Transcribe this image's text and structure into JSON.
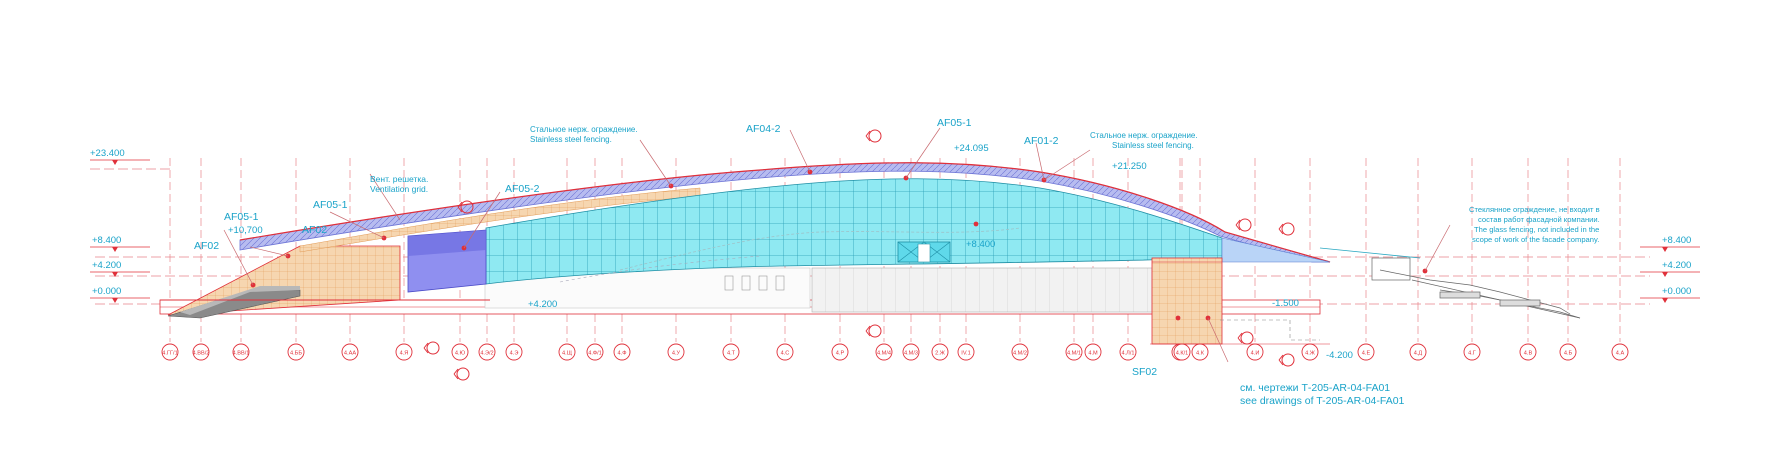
{
  "colors": {
    "accent": "#1aa3c9",
    "red": "#e0303a",
    "glass": "#7fe6f0",
    "roof": "#9aa0e8",
    "mesh": "#f3c79a",
    "grey": "#c8c8c8"
  },
  "levels": [
    {
      "id": "lvl-23400",
      "text": "+23.400"
    },
    {
      "id": "lvl-8400-left",
      "text": "+8.400"
    },
    {
      "id": "lvl-4200-left",
      "text": "+4.200"
    },
    {
      "id": "lvl-0000-left",
      "text": "+0.000"
    },
    {
      "id": "lvl-8400-right",
      "text": "+8.400"
    },
    {
      "id": "lvl-4200-right",
      "text": "+4.200"
    },
    {
      "id": "lvl-0000-right",
      "text": "+0.000"
    }
  ],
  "labels": {
    "af02_a": "AF02",
    "af05_1_a": "AF05-1",
    "plus_10700": "+10,700",
    "af02_b": "AF02",
    "af05_1_b": "AF05-1",
    "vent_ru": "Вент. решетка.",
    "vent_en": "Ventilation grid.",
    "af05_2": "AF05-2",
    "steel_ru_1": "Стальное нерж. ограждение.",
    "steel_en_1": "Stainless steel fencing.",
    "af04_2": "AF04-2",
    "af05_1_c": "AF05-1",
    "plus_24095": "+24.095",
    "af01_2": "AF01-2",
    "steel_ru_2": "Стальное нерж. ограждение.",
    "steel_en_2": "Stainless steel fencing.",
    "plus_21250": "+21.250",
    "plus_8400_mid": "+8.400",
    "plus_4200_mid": "+4.200",
    "minus_1500": "-1.500",
    "minus_4200": "-4.200",
    "sf02": "SF02",
    "see_ru": "см. чертежи Т-205-AR-04-FA01",
    "see_en": "see drawings of T-205-AR-04-FA01",
    "glass_note_1": "Стеклянное ограждение, не входит в",
    "glass_note_2": "состав работ фасадной компании.",
    "glass_note_3": "The glass fencing, not included in the",
    "glass_note_4": "scope of work of the facade company."
  },
  "axes": [
    "4.ГГ/1",
    "4.ВВ/2",
    "4.ВВ/1",
    "4.ББ",
    "4.АА",
    "4.Я",
    "4.Ю",
    "4.Э/2",
    "4.Э",
    "4.Щ",
    "4.Ф/1",
    "4.Ф",
    "4.У",
    "4.Т",
    "4.С",
    "4.Р",
    "4.М/4",
    "4.М/3",
    "2.Ж",
    "IV.1",
    "4.М/2",
    "4.М/1",
    "4.М",
    "4.Л/1",
    "4.Л",
    "4.К/1",
    "4.К",
    "4.И",
    "4.Ж",
    "4.Е",
    "4.Д",
    "4.Г",
    "4.В",
    "4.Б",
    "4.А"
  ]
}
